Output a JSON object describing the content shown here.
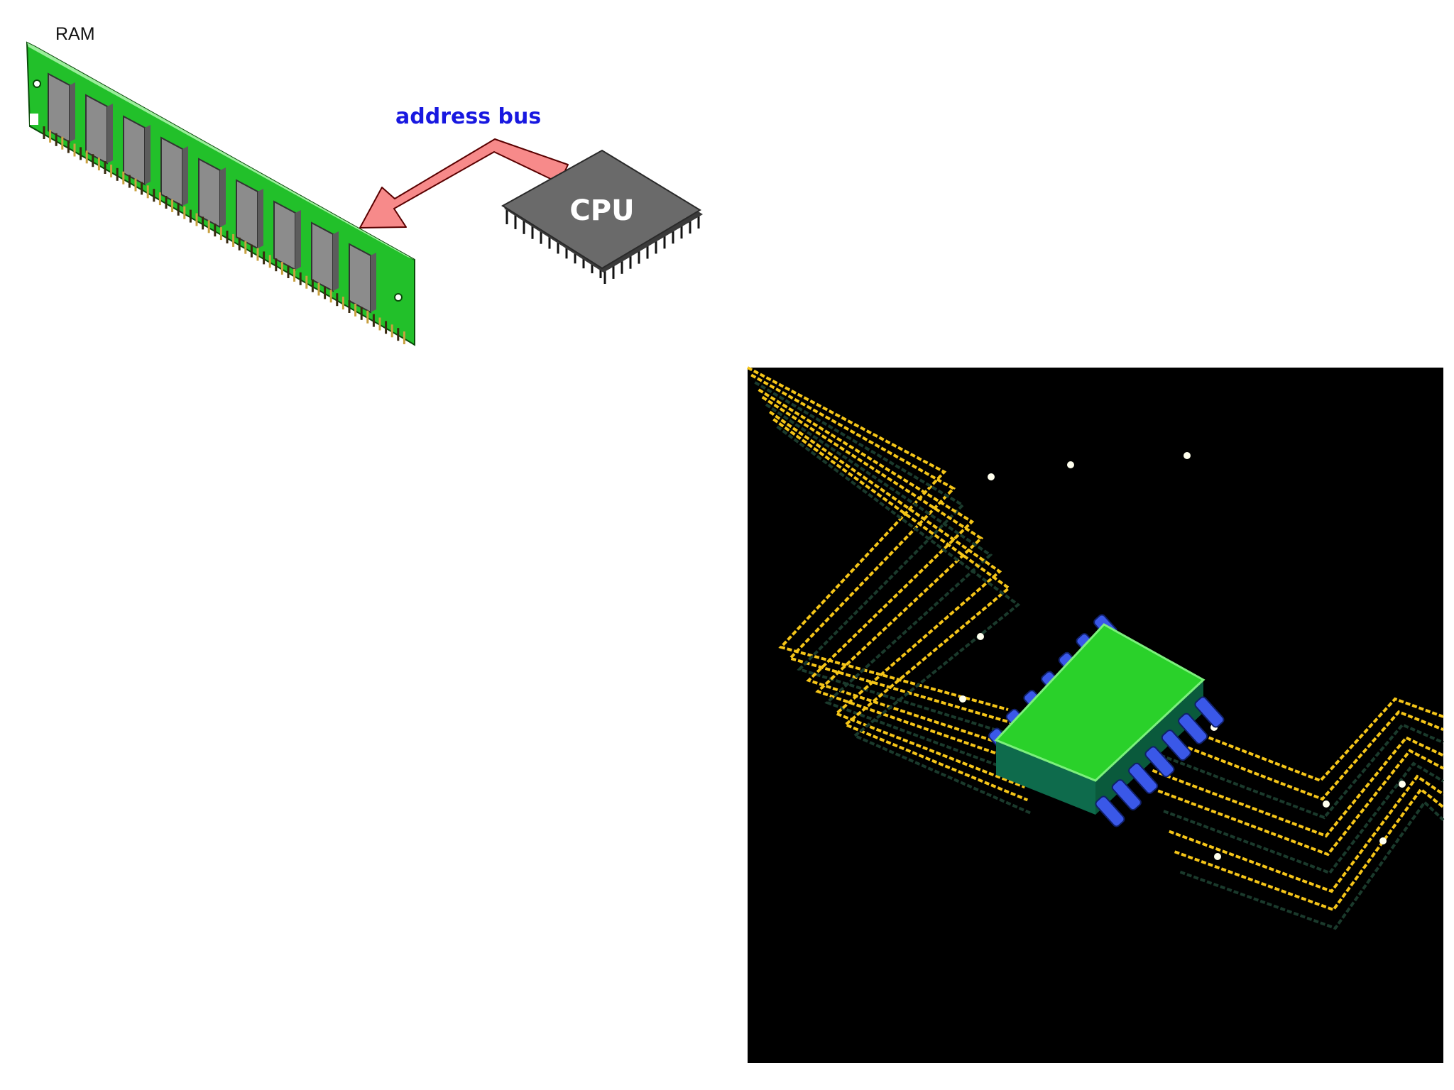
{
  "labels": {
    "ram": "RAM",
    "address_bus": "address bus",
    "cpu": "CPU"
  },
  "colors": {
    "background": "#ffffff",
    "ram_board": "#22c02a",
    "ram_chip": "#8c8c8c",
    "ram_contacts": "#c8a040",
    "arrow_fill": "#f78a8a",
    "arrow_outline": "#5a0000",
    "bus_label": "#1818e0",
    "cpu_body": "#6a6a6a",
    "cpu_text": "#ffffff",
    "panel_background": "#000000",
    "trace_bright": "#f5c518",
    "trace_dark": "#1a3a2c",
    "chip_top": "#2ad12a",
    "chip_side": "#0e6b4c",
    "chip_pins": "#3a58e8"
  },
  "icons": {
    "ram_module": "ram-stick-icon",
    "cpu": "cpu-chip-icon",
    "bus_arrow": "bent-arrow-icon",
    "circuit_chip": "ic-chip-icon"
  }
}
